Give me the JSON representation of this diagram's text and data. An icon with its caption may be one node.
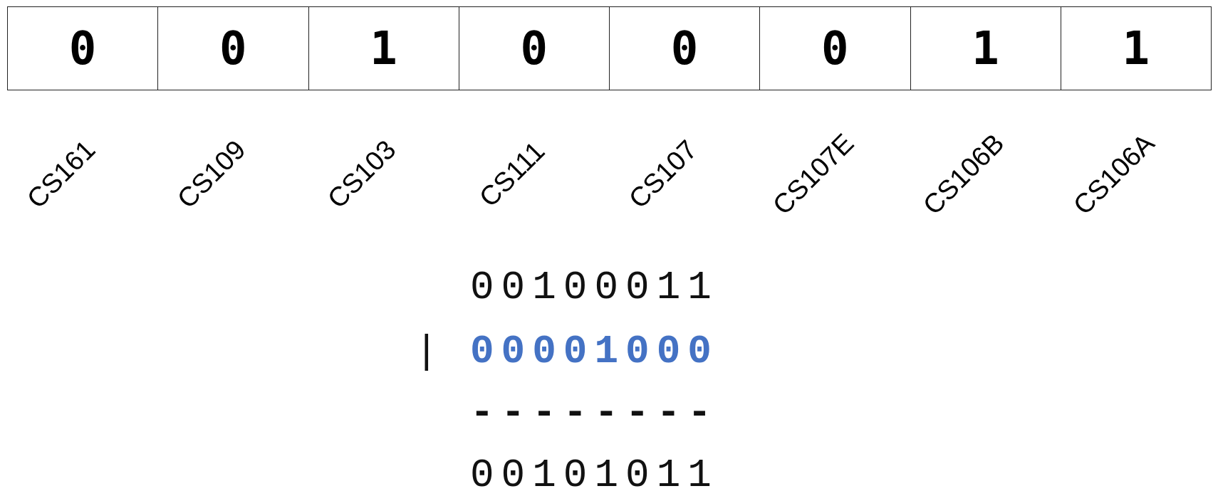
{
  "diagram": {
    "nodes": [
      {
        "text": [
          "0"
        ]
      },
      {
        "text": [
          "0"
        ]
      },
      {
        "text": [
          "1"
        ]
      },
      {
        "text": [
          "0"
        ]
      },
      {
        "text": [
          "0"
        ]
      },
      {
        "text": [
          "0"
        ]
      },
      {
        "text": [
          "1"
        ]
      },
      {
        "text": [
          "1"
        ]
      }
    ],
    "labels": [
      "CS161",
      "CS109",
      "CS103",
      "CS111",
      "CS107",
      "CS107E",
      "CS106B",
      "CS106A",
      "00100011",
      "|",
      "00001000",
      "--------",
      "00101011"
    ]
  }
}
